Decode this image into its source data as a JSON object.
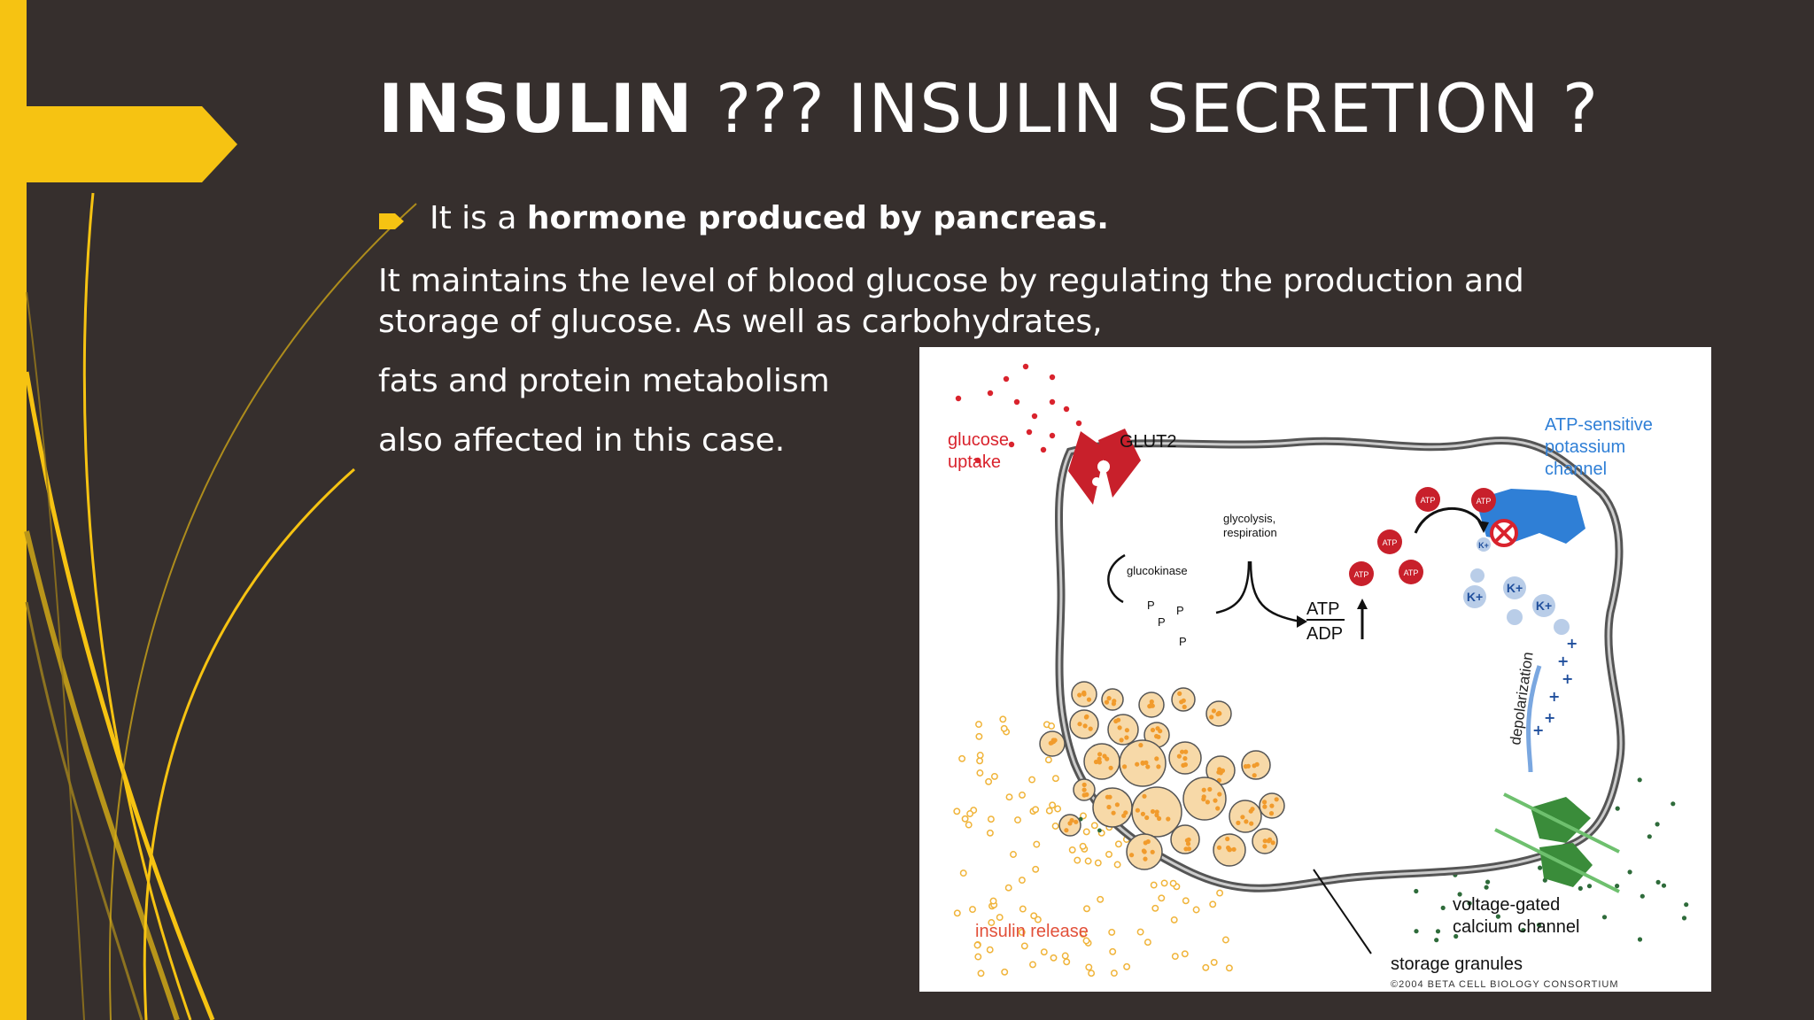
{
  "slide": {
    "title_bold": "INSULIN",
    "title_rest": "??? INSULIN SECRETION ?",
    "bullet_prefix": "It is a ",
    "bullet_bold": "hormone produced by pancreas.",
    "para1_line1": "It maintains the level of blood glucose by regulating the production and",
    "para1_line2": "storage of glucose. As well as carbohydrates,",
    "para2": "fats and protein metabolism",
    "para3": "also affected in this case."
  },
  "diagram": {
    "glucose_uptake_1": "glucose",
    "glucose_uptake_2": "uptake",
    "glut2": "GLUT2",
    "atp_channel_1": "ATP-sensitive",
    "atp_channel_2": "potassium",
    "atp_channel_3": "channel",
    "glycolysis_1": "glycolysis,",
    "glycolysis_2": "respiration",
    "glucokinase": "glucokinase",
    "p_label": "P",
    "atp": "ATP",
    "adp": "ADP",
    "atp_badge": "ATP",
    "k_ion": "K+",
    "depolarization": "depolarization",
    "insulin_release": "insulin release",
    "calcium_1": "voltage-gated",
    "calcium_2": "calcium channel",
    "storage": "storage granules",
    "copyright": "©2004 BETA CELL BIOLOGY CONSORTIUM"
  },
  "colors": {
    "background": "#362f2d",
    "accent": "#f6c312",
    "glucose_red": "#d9232d",
    "channel_blue": "#2f7fd6",
    "granule_orange": "#f19b2c",
    "calcium_green": "#3a8c3a"
  }
}
